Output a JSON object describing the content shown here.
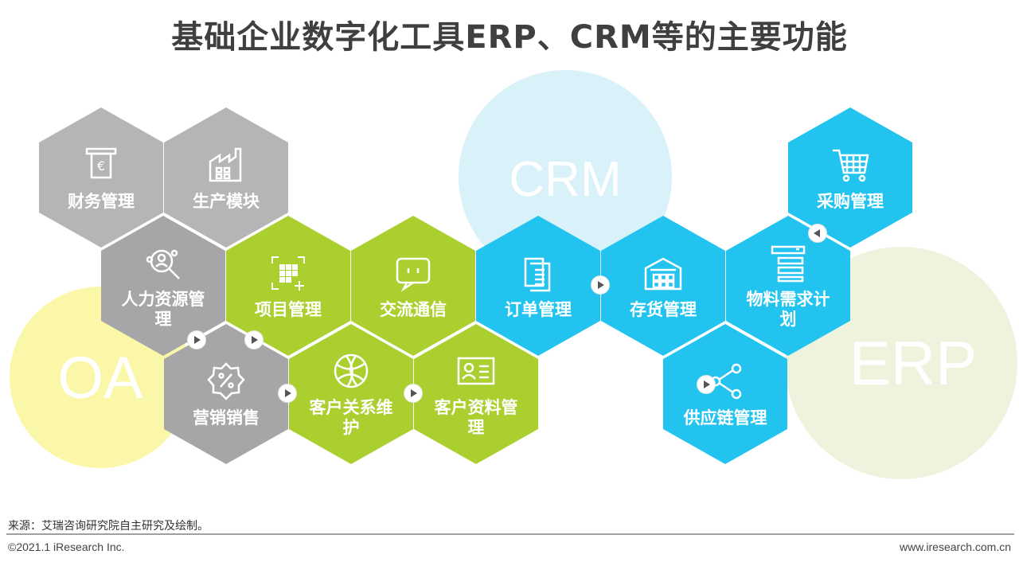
{
  "title": "基础企业数字化工具ERP、CRM等的主要功能",
  "circles": {
    "oa": "OA",
    "crm": "CRM",
    "erp": "ERP"
  },
  "modules": {
    "finance": "财务管理",
    "production": "生产模块",
    "hr": "人力资源管理",
    "project": "项目管理",
    "communication": "交流通信",
    "order": "订单管理",
    "inventory": "存货管理",
    "mrp": "物料需求计划",
    "purchase": "采购管理",
    "marketing": "营销销售",
    "customer_relation": "客户关系维护",
    "customer_data": "客户资料管理",
    "supply_chain": "供应链管理"
  },
  "colors": {
    "gray": "#b5b5b5",
    "green": "#aacf2e",
    "blue": "#22c4ef",
    "oa": "#fbf7a8",
    "crm": "#d9f1f9",
    "erp": "#eef3dd"
  },
  "footer": {
    "source": "来源：艾瑞咨询研究院自主研究及绘制。",
    "copyright": "©2021.1 iResearch Inc.",
    "website": "www.iresearch.com.cn"
  }
}
